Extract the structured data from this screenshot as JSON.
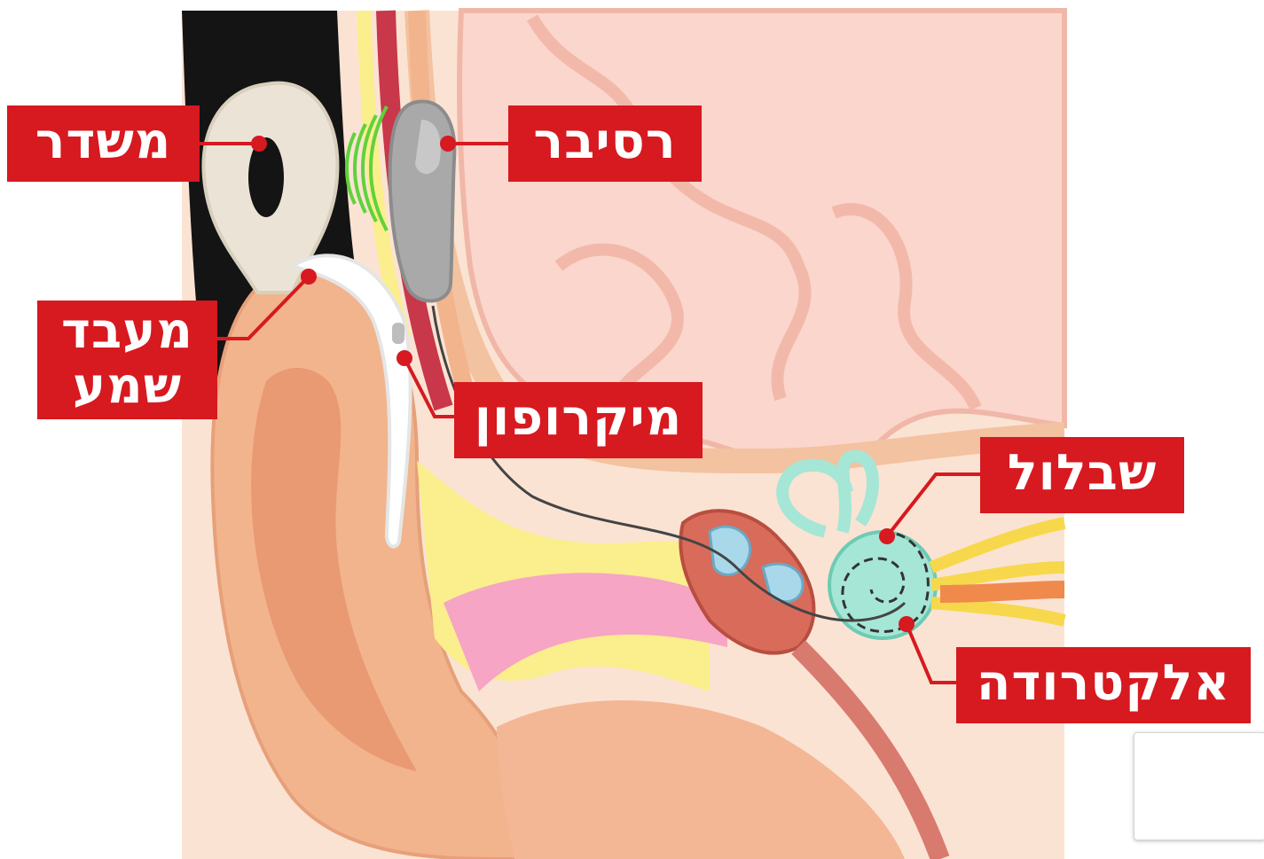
{
  "labels": {
    "transmitter": "משדר",
    "receiver": "רסיבר",
    "processor_line1": "מעבד",
    "processor_line2": "שמע",
    "microphone": "מיקרופון",
    "cochlea": "שבלול",
    "electrode": "אלקטרודה"
  },
  "colors": {
    "label_bg": "#d71920",
    "label_text": "#ffffff",
    "skin": "#f2b48c",
    "hair": "#141414",
    "brain": "#fbd6cd",
    "background_tissue": "#fbe3d3",
    "device": "#ebe4d6",
    "receiver_gray": "#a9a9a9",
    "signal_green": "#5fd23c",
    "cochlea": "#a5e6d6",
    "nerve": "#f7d84c",
    "canal_pink": "#f6a5c4",
    "bone_yellow": "#fbee8c"
  },
  "icons": {
    "signal": "wireless-signal-icon"
  }
}
